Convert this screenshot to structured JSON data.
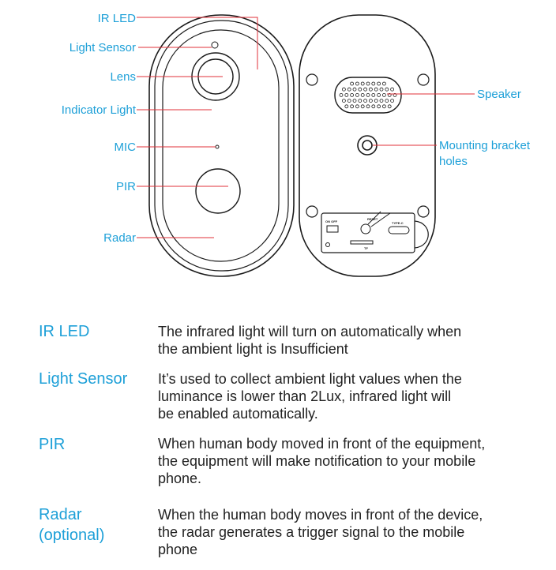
{
  "labels": {
    "ir_led": "IR LED",
    "light_sensor": "Light Sensor",
    "lens": "Lens",
    "indicator_light": "Indicator Light",
    "mic": "MIC",
    "pir": "PIR",
    "radar": "Radar",
    "speaker": "Speaker",
    "mounting_line1": "Mounting bracket",
    "mounting_line2": "holes"
  },
  "back_panel": {
    "on_off": "ON OFF",
    "reset": "RESET",
    "type_c": "TYPE-C",
    "tf": "TF"
  },
  "descriptions": [
    {
      "term": "IR LED",
      "text": "The infrared light will turn on automatically when\nthe ambient light is Insufficient"
    },
    {
      "term": "Light Sensor",
      "text": "It’s used to collect ambient light values when the\nluminance is lower than 2Lux, infrared light will\nbe enabled automatically."
    },
    {
      "term": "PIR",
      "text": "When human body moved in front of the equipment,\nthe equipment will make notification to your mobile\nphone."
    },
    {
      "term": "Radar\n(optional)",
      "text": "When the human body moves in front of the device,\nthe radar generates a trigger signal to the mobile\nphone"
    }
  ],
  "colors": {
    "label": "#1ea0d8",
    "leader_line": "#e0303a",
    "device_outline": "#1a1a1a"
  }
}
